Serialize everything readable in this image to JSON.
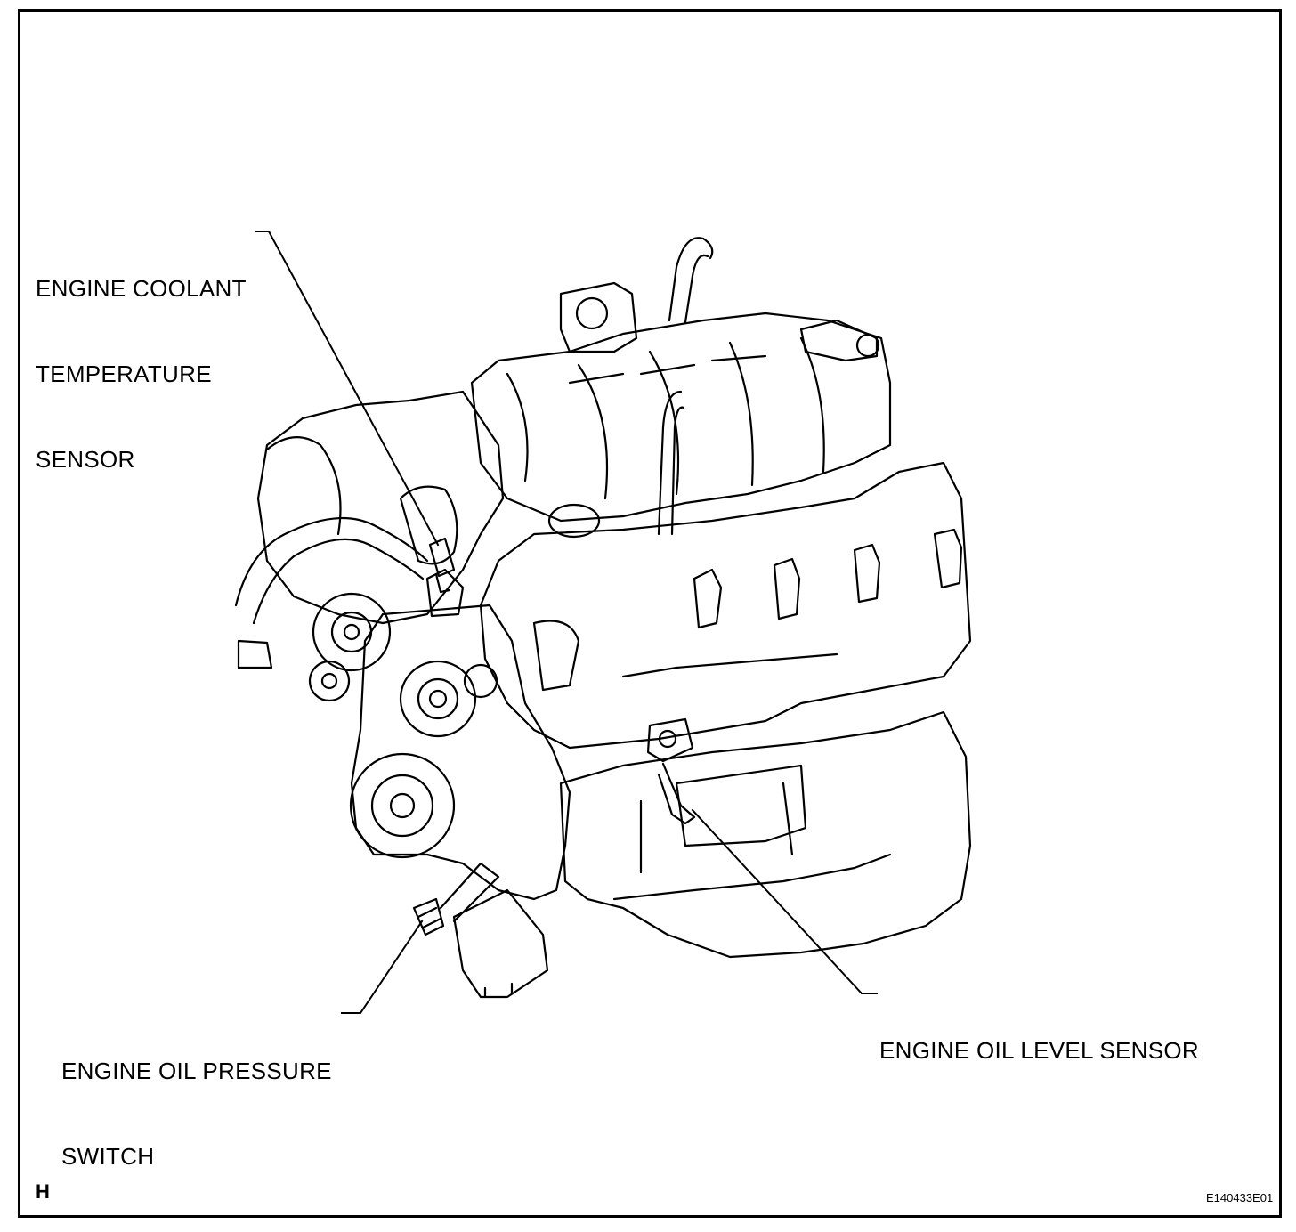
{
  "labels": {
    "coolant_temp_sensor": [
      "ENGINE COOLANT",
      "TEMPERATURE",
      "SENSOR"
    ],
    "oil_pressure_switch": [
      "ENGINE OIL PRESSURE",
      "SWITCH"
    ],
    "oil_level_sensor": [
      "ENGINE OIL LEVEL SENSOR"
    ]
  },
  "corner_left": "H",
  "figure_code": "E140433E01"
}
